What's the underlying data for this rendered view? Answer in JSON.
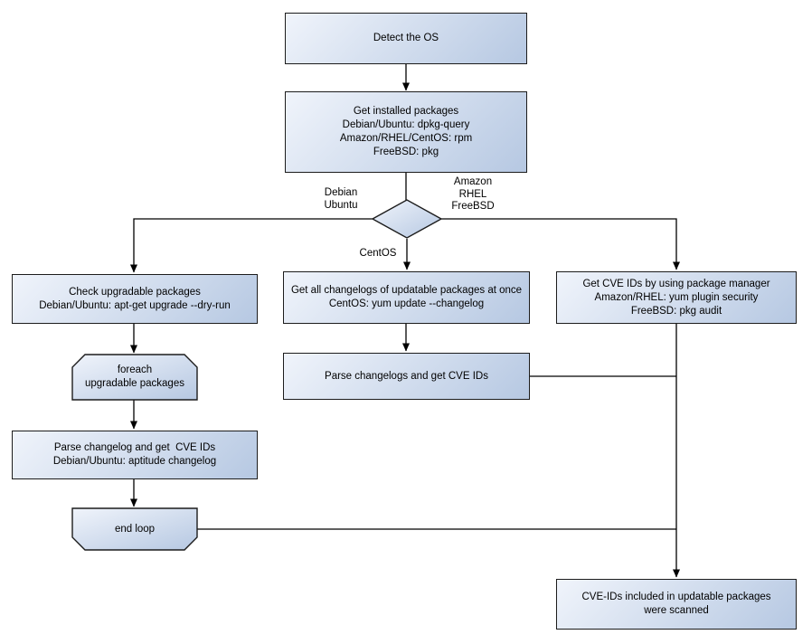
{
  "theme": {
    "background": "#ffffff",
    "node_fill_light": "#f0f4fb",
    "node_fill_dark": "#b6c8e2",
    "node_border": "#1c1c1c",
    "connector_color": "#000000"
  },
  "nodes": {
    "detect_os": {
      "lines": [
        "Detect the OS"
      ]
    },
    "get_installed": {
      "lines": [
        "Get installed packages",
        "Debian/Ubuntu: dpkg-query",
        "Amazon/RHEL/CentOS: rpm",
        "FreeBSD: pkg"
      ]
    },
    "check_upgradable": {
      "lines": [
        "Check upgradable packages",
        "Debian/Ubuntu: apt-get upgrade --dry-run"
      ]
    },
    "get_changelogs": {
      "lines": [
        "Get all changelogs of updatable packages at once",
        "CentOS: yum update --changelog"
      ]
    },
    "get_cve_pkg_mgr": {
      "lines": [
        "Get CVE IDs by using package manager",
        "Amazon/RHEL: yum plugin security",
        "FreeBSD: pkg audit"
      ]
    },
    "foreach_loop": {
      "lines": [
        "foreach",
        "upgradable  packages"
      ]
    },
    "parse_changelogs": {
      "lines": [
        "Parse changelogs and get CVE IDs"
      ]
    },
    "parse_changelog_left": {
      "lines": [
        "Parse changelog and get  CVE IDs",
        "Debian/Ubuntu: aptitude changelog"
      ]
    },
    "end_loop": {
      "lines": [
        "end loop"
      ]
    },
    "scanned": {
      "lines": [
        "CVE-IDs included in updatable packages",
        "were scanned"
      ]
    }
  },
  "edge_labels": {
    "debian_branch": {
      "lines": [
        "Debian",
        "Ubuntu"
      ]
    },
    "amazon_branch": {
      "lines": [
        "Amazon",
        "RHEL",
        "FreeBSD"
      ]
    },
    "centos_branch": {
      "lines": [
        "CentOS"
      ]
    }
  }
}
